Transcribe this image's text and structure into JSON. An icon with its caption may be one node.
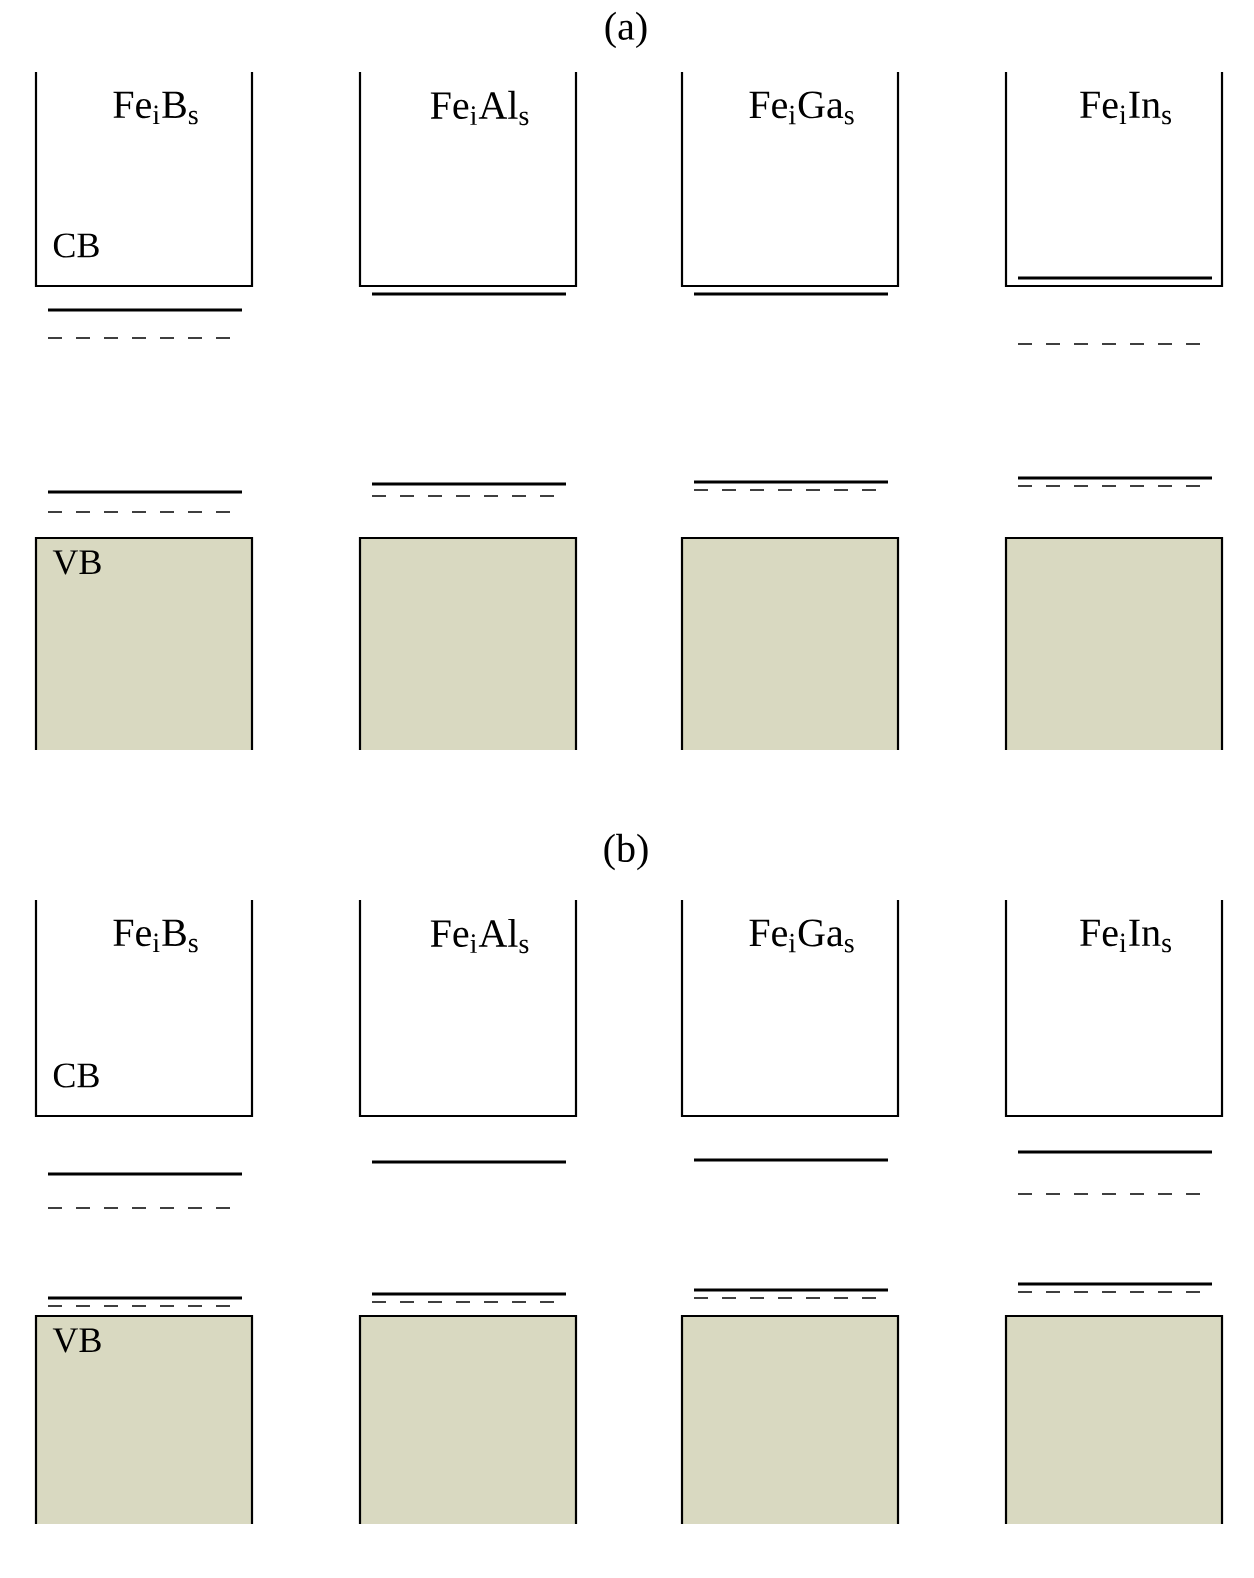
{
  "diagram": {
    "nodes": [
      {
        "text": [
          "Fe$_{i}$B$_{s}$",
          "CB"
        ]
      },
      {
        "text": [
          "Fe$_{i}$Al$_{s}$"
        ]
      },
      {
        "text": [
          "Fe$_{i}$Ga$_{s}$"
        ]
      },
      {
        "text": [
          "Fe$_{i}$In$_{s}$"
        ]
      },
      {
        "text": [
          "VB"
        ]
      },
      {
        "text": [],
        "shape": "box"
      },
      {
        "text": [],
        "shape": "box"
      },
      {
        "text": [],
        "shape": "box"
      },
      {
        "text": [
          "Fe$_{i}$B$_{s}$",
          "CB"
        ]
      },
      {
        "text": [
          "Fe$_{i}$Al$_{s}$"
        ]
      },
      {
        "text": [
          "Fe$_{i}$Ga$_{s}$"
        ]
      },
      {
        "text": [
          "Fe$_{i}$In$_{s}$"
        ]
      },
      {
        "text": [
          "VB"
        ]
      },
      {
        "text": [],
        "shape": "box"
      },
      {
        "text": [],
        "shape": "box"
      },
      {
        "text": [],
        "shape": "box"
      }
    ],
    "labels": [
      "(a)",
      "(b)"
    ]
  }
}
